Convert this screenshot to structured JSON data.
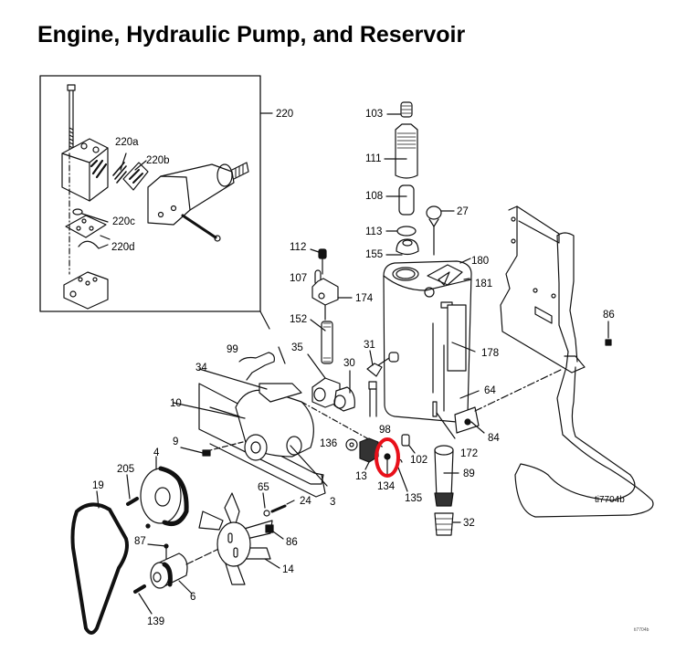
{
  "title": "Engine, Hydraulic Pump, and Reservoir",
  "figure_id": "ti7704b",
  "figure_id_small": "ti7704b",
  "highlight": {
    "part": "134",
    "color": "#e8101a",
    "shape": "ellipse"
  },
  "inset": {
    "assembly_label": "220",
    "parts": [
      "220a",
      "220b",
      "220c",
      "220d"
    ]
  },
  "labels": {
    "p220": "220",
    "p220a": "220a",
    "p220b": "220b",
    "p220c": "220c",
    "p220d": "220d",
    "p103": "103",
    "p111": "111",
    "p108": "108",
    "p113": "113",
    "p155": "155",
    "p27": "27",
    "p112": "112",
    "p107": "107",
    "p174": "174",
    "p152": "152",
    "p180": "180",
    "p181": "181",
    "p178": "178",
    "p86a": "86",
    "p99": "99",
    "p35": "35",
    "p30": "30",
    "p31": "31",
    "p34": "34",
    "p10": "10",
    "p9": "9",
    "p64": "64",
    "p136": "136",
    "p98": "98",
    "p102": "102",
    "p172": "172",
    "p84": "84",
    "p13": "13",
    "p134": "134",
    "p135": "135",
    "p89": "89",
    "p3": "3",
    "p4": "4",
    "p205": "205",
    "p19": "19",
    "p65": "65",
    "p24": "24",
    "p87": "87",
    "p86b": "86",
    "p14": "14",
    "p6": "6",
    "p139": "139",
    "p32": "32"
  }
}
